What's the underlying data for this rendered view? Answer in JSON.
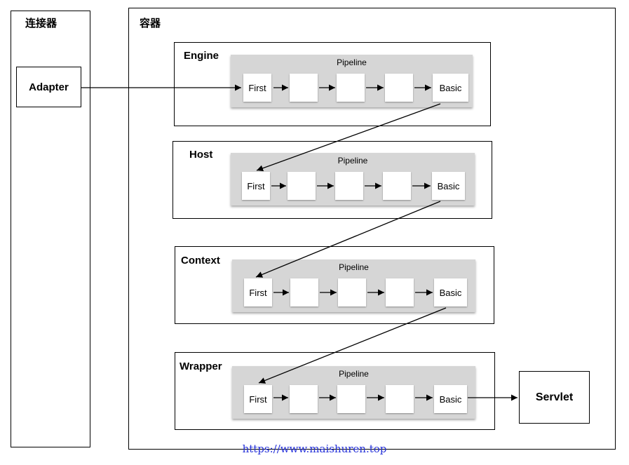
{
  "connector": {
    "title": "连接器",
    "adapter": "Adapter"
  },
  "container": {
    "title": "容器"
  },
  "engine": {
    "title": "Engine",
    "pipeline": "Pipeline",
    "first": "First",
    "basic": "Basic"
  },
  "host": {
    "title": "Host",
    "pipeline": "Pipeline",
    "first": "First",
    "basic": "Basic"
  },
  "context": {
    "title": "Context",
    "pipeline": "Pipeline",
    "first": "First",
    "basic": "Basic"
  },
  "wrapper": {
    "title": "Wrapper",
    "pipeline": "Pipeline",
    "first": "First",
    "basic": "Basic"
  },
  "servlet": "Servlet",
  "watermark": "https://www.maishuren.top"
}
